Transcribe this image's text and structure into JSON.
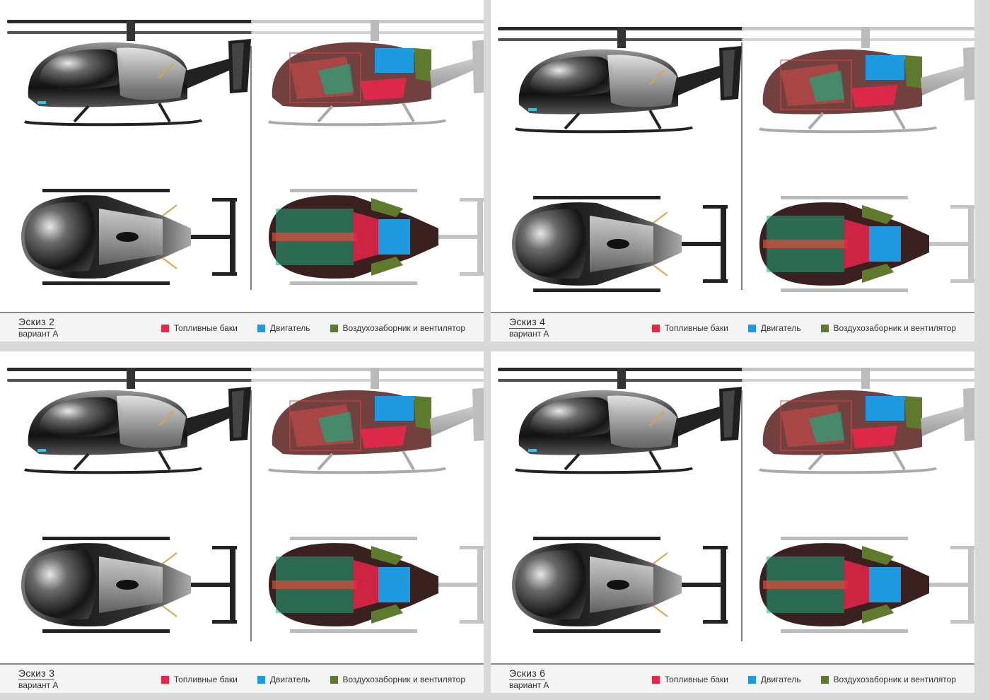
{
  "legend": [
    {
      "label": "Топливные баки",
      "color": "#e8264a"
    },
    {
      "label": "Двигатель",
      "color": "#1f9ae0"
    },
    {
      "label": "Воздухозаборник и вентилятор",
      "color": "#5e7a2c"
    }
  ],
  "sheets": [
    {
      "title": "Эскиз 2",
      "variant": "вариант А"
    },
    {
      "title": "Эскиз 4",
      "variant": "вариант А"
    },
    {
      "title": "Эскиз 3",
      "variant": "вариант А"
    },
    {
      "title": "Эскиз 6",
      "variant": "вариант А"
    }
  ]
}
